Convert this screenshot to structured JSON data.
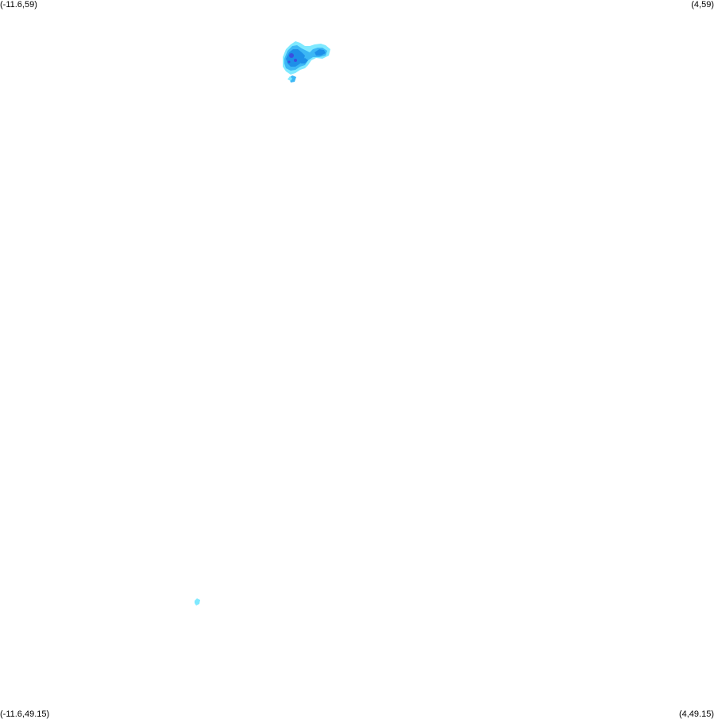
{
  "map": {
    "corners": {
      "top_left": "(-11.6,59)",
      "top_right": "(4,59)",
      "bottom_left": "(-11.6,49.15)",
      "bottom_right": "(4,49.15)"
    },
    "extent": {
      "lon_min": -11.6,
      "lon_max": 4,
      "lat_min": 49.15,
      "lat_max": 59
    },
    "colors": {
      "background": "#ffffff",
      "light": "#7fe9ff",
      "mid": "#3cb7f5",
      "strong": "#1e8fe8",
      "deep": "#3a4fe0"
    }
  }
}
